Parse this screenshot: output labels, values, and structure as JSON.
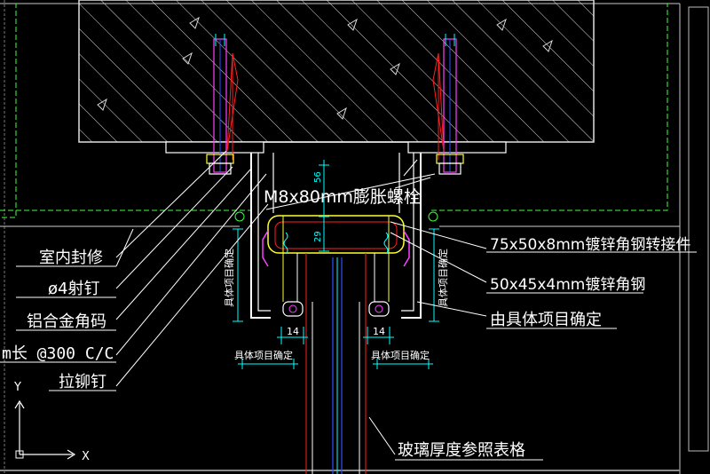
{
  "colors": {
    "background": "#000000",
    "frame": "#d0d0d0",
    "cyan_text": "#00ffff",
    "white_line": "#ffffff",
    "green_dash": "#3cff3c",
    "red": "#ff2020",
    "magenta": "#ff40ff",
    "yellow": "#ffff30",
    "blue": "#3050ff"
  },
  "labels": {
    "bolt_spec": "M8x80mm膨胀螺栓",
    "angle_connector": "75x50x8mm镀锌角钢转接件",
    "angle_steel": "50x45x4mm镀锌角钢",
    "determined_by_project": "由具体项目确定",
    "interior_finish": "室内封修",
    "shot_nail": "ø4射钉",
    "aluminum_angle": "铝合金角码",
    "length_spacing": "m长 @300 C/C",
    "rivet": "拉铆钉",
    "glass_thickness": "玻璃厚度参照表格"
  },
  "dimensions": {
    "dim_56": "56",
    "dim_29": "29",
    "dim_14_left": "14",
    "dim_14_right": "14",
    "project_left_vertical": "具体项目确定",
    "project_right_vertical": "具体项目确定",
    "project_bottom_left": "具体项目确定",
    "project_bottom_right": "具体项目确定"
  },
  "ucs": {
    "x_axis": "X",
    "y_axis": "Y"
  },
  "icons": [
    "ucs-axis-icon"
  ]
}
